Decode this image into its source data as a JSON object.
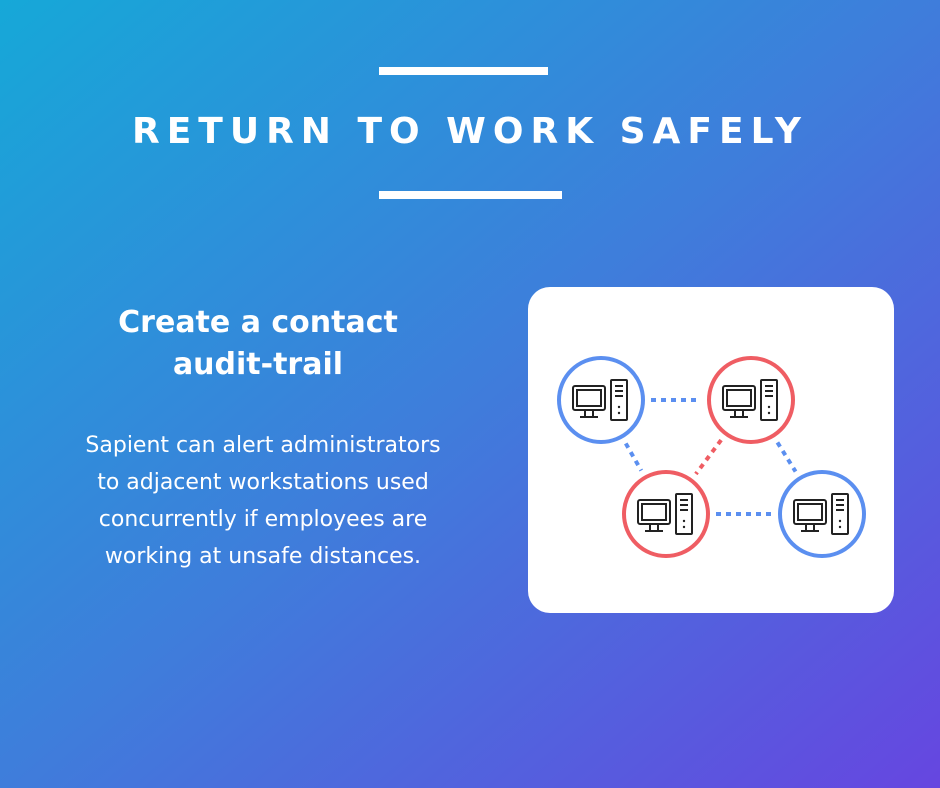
{
  "headline": "RETURN TO WORK SAFELY",
  "section": {
    "title_line1": "Create a contact",
    "title_line2": "audit-trail",
    "body_lines": [
      "Sapient can alert administrators",
      "to adjacent workstations used",
      "concurrently if employees are",
      "working at unsafe distances."
    ]
  },
  "diagram": {
    "nodes": [
      {
        "name": "workstation-1",
        "status": "safe",
        "icon": "desktop-computer-icon"
      },
      {
        "name": "workstation-2",
        "status": "alert",
        "icon": "desktop-computer-icon"
      },
      {
        "name": "workstation-3",
        "status": "alert",
        "icon": "desktop-computer-icon"
      },
      {
        "name": "workstation-4",
        "status": "safe",
        "icon": "desktop-computer-icon"
      }
    ],
    "links": [
      {
        "from": "workstation-1",
        "to": "workstation-2",
        "status": "safe"
      },
      {
        "from": "workstation-1",
        "to": "workstation-3",
        "status": "safe"
      },
      {
        "from": "workstation-2",
        "to": "workstation-3",
        "status": "alert"
      },
      {
        "from": "workstation-2",
        "to": "workstation-4",
        "status": "safe"
      },
      {
        "from": "workstation-3",
        "to": "workstation-4",
        "status": "safe"
      }
    ]
  },
  "colors": {
    "gradient_start": "#16a8d8",
    "gradient_mid": "#3f7ddb",
    "gradient_end": "#6646e0",
    "safe": "#5b8ff0",
    "alert": "#ef5d63",
    "icon": "#222222"
  }
}
